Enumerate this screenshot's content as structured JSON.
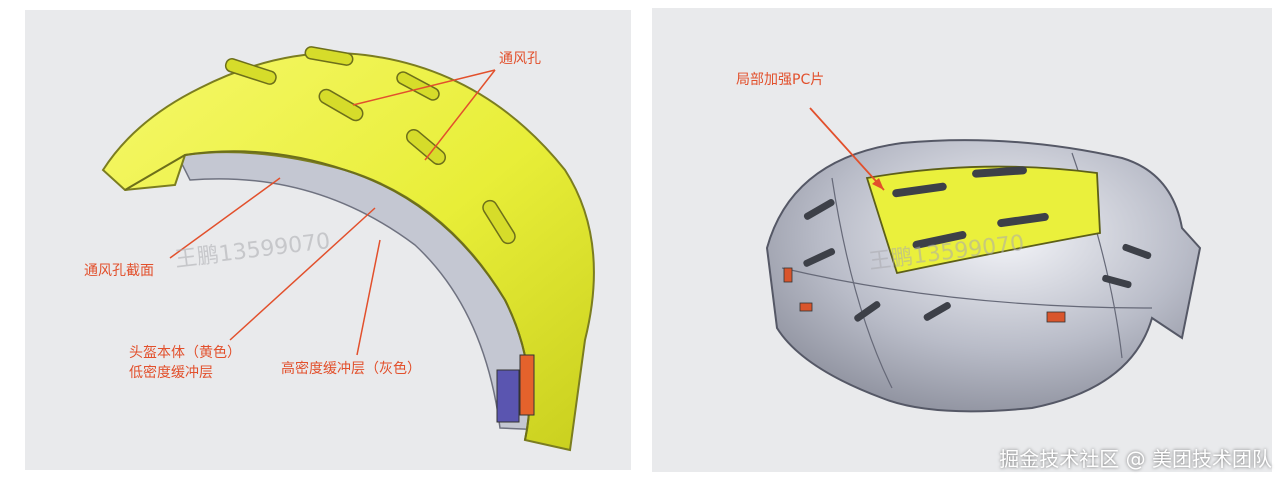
{
  "left": {
    "labels": {
      "vent_hole": "通风孔",
      "vent_section": "通风孔截面",
      "helmet_body_line1": "头盔本体（黄色）",
      "helmet_body_line2": "低密度缓冲层",
      "high_density": "高密度缓冲层（灰色）"
    },
    "watermark": "王鹏13599070"
  },
  "right": {
    "labels": {
      "pc_piece": "局部加强PC片"
    },
    "watermark": "王鹏13599070"
  },
  "footer": {
    "credit": "掘金技术社区 @ 美团技术团队"
  },
  "colors": {
    "panel_bg": "#e9eaec",
    "yellow_shell": "#ecf140",
    "grey_layer": "#c4c7d2",
    "annotation": "#e2502c"
  }
}
